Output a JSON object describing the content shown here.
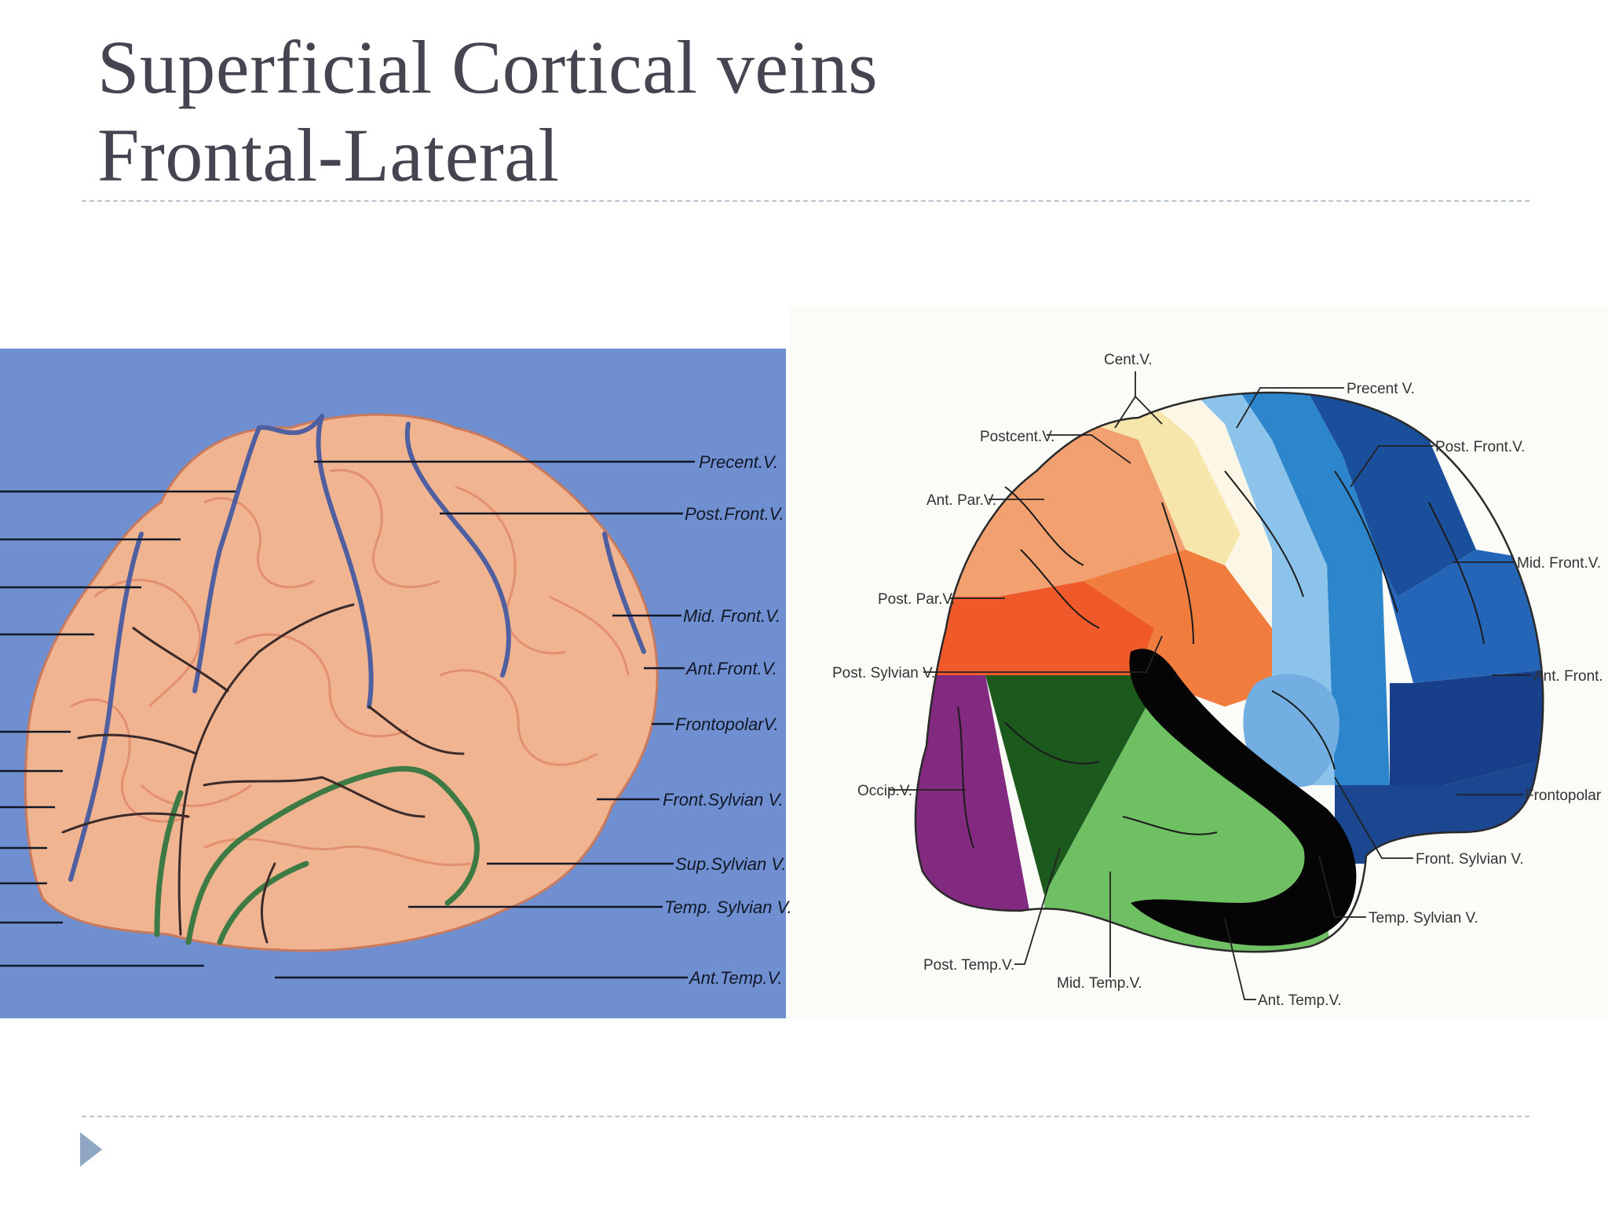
{
  "slide": {
    "title_line1": "Superficial Cortical veins",
    "title_line2": "Frontal-Lateral"
  },
  "left_figure": {
    "labels": [
      "Precent.V.",
      "Post.Front.V.",
      "Mid. Front.V.",
      "Ant.Front.V.",
      "FrontopolarV.",
      "Front.Sylvian V.",
      "Sup.Sylvian V.",
      "Temp. Sylvian V.",
      "Ant.Temp.V."
    ],
    "colors": {
      "background": "#6f8fd0",
      "brain": "#f1b490",
      "vein_blue": "#4f5fa0",
      "vein_green": "#3d7a44"
    }
  },
  "right_figure": {
    "labels": {
      "cent": "Cent.V.",
      "precent": "Precent V.",
      "postcent": "Postcent.V.",
      "post_front": "Post. Front.V.",
      "ant_par": "Ant. Par.V.",
      "mid_front": "Mid. Front.V.",
      "post_par": "Post. Par.V.",
      "post_sylvian": "Post. Sylvian V.",
      "ant_front": "Ant. Front.",
      "occip": "Occip.V.",
      "frontopolar": "Frontopolar",
      "front_sylvian": "Front. Sylvian V.",
      "temp_sylvian": "Temp. Sylvian V.",
      "post_temp": "Post. Temp.V.",
      "mid_temp": "Mid. Temp.V.",
      "ant_temp": "Ant. Temp.V."
    }
  }
}
